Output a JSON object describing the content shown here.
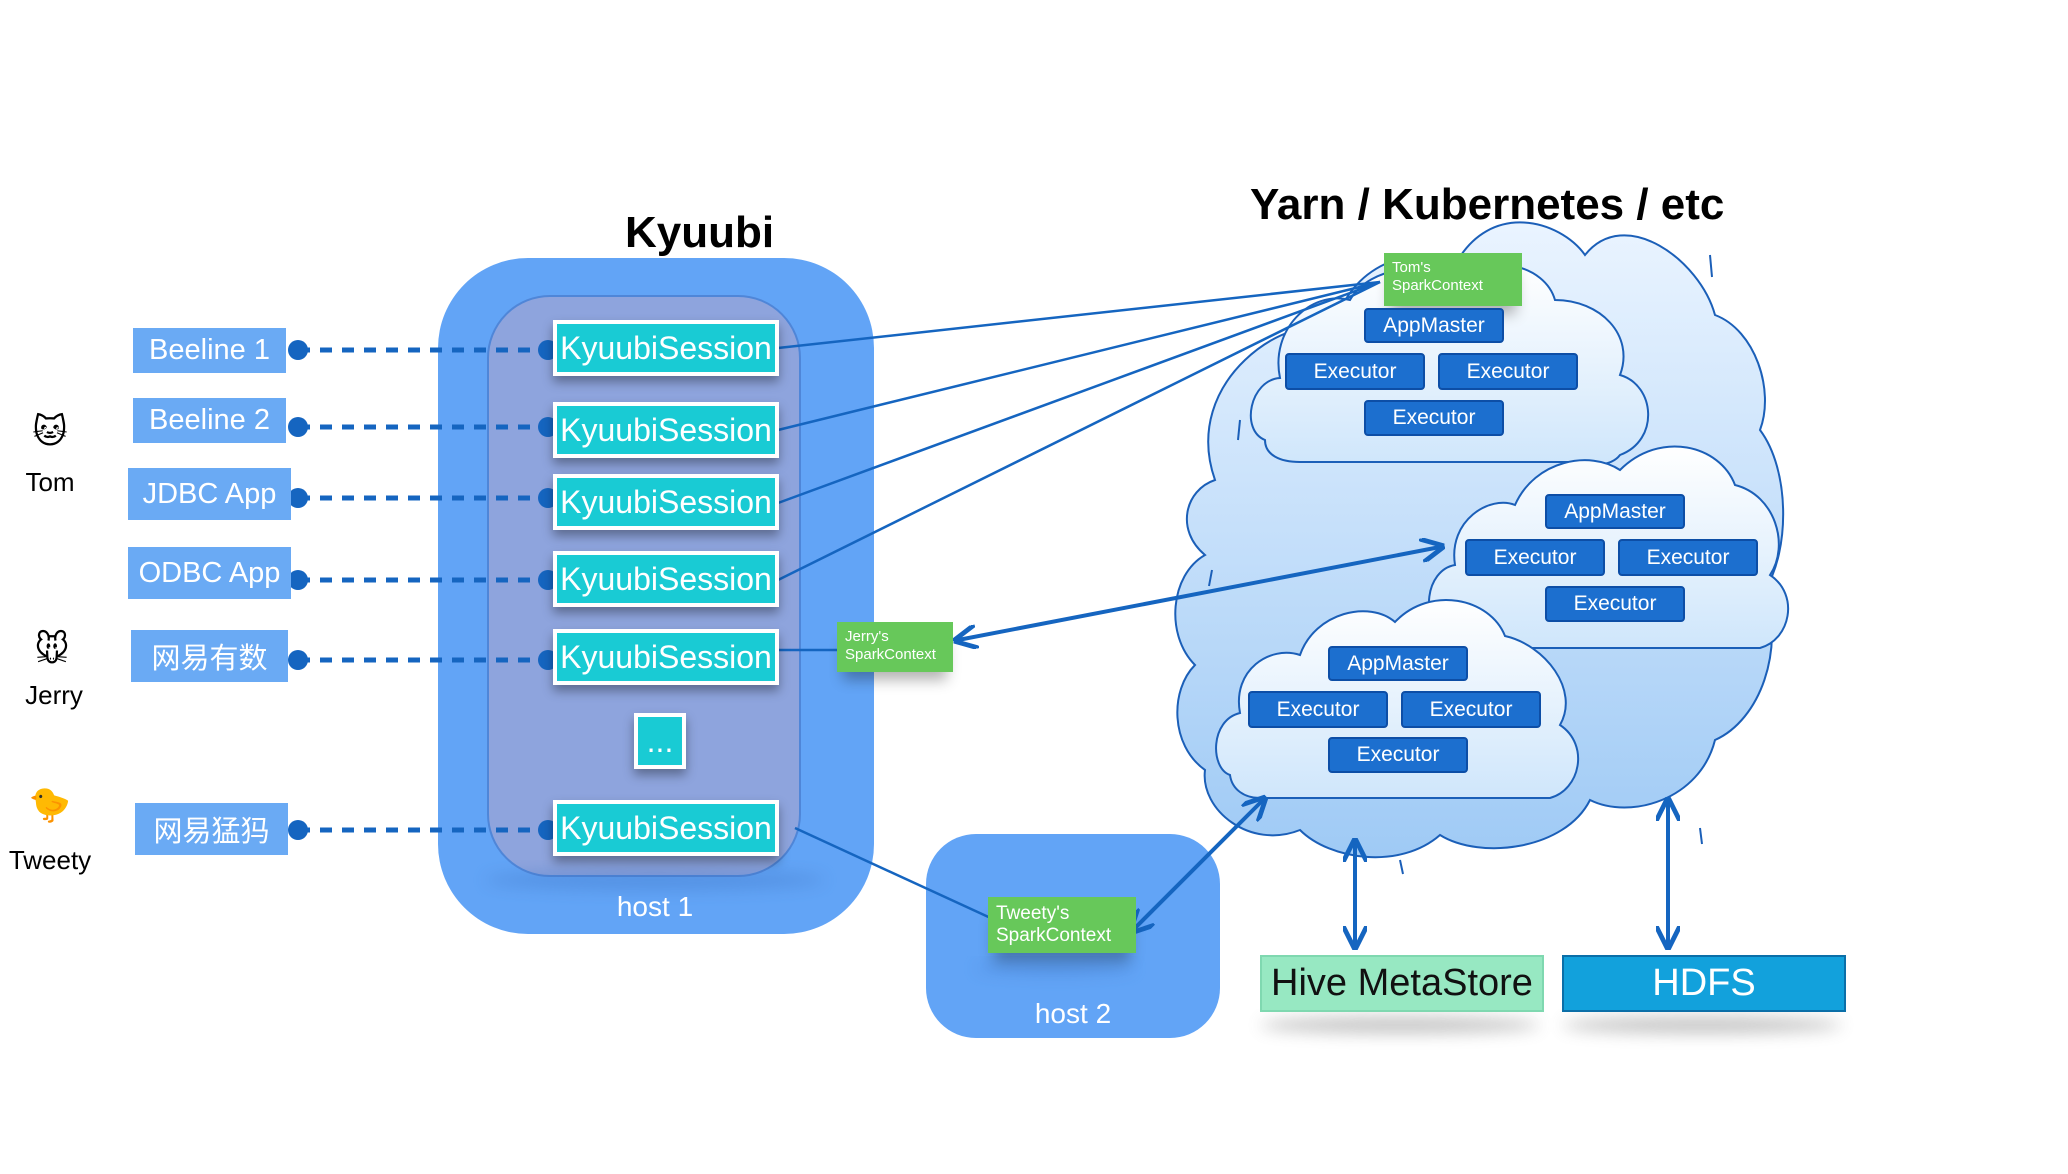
{
  "titles": {
    "kyuubi": "Kyuubi",
    "cluster": "Yarn / Kubernetes / etc"
  },
  "users": [
    {
      "name": "Tom",
      "icon": "cat-face-icon",
      "glyph": "🐱"
    },
    {
      "name": "Jerry",
      "icon": "mouse-face-icon",
      "glyph": "🐭"
    },
    {
      "name": "Tweety",
      "icon": "chick-icon",
      "glyph": "🐤"
    }
  ],
  "clients": [
    "Beeline 1",
    "Beeline 2",
    "JDBC App",
    "ODBC App",
    "网易有数",
    "网易猛犸"
  ],
  "session_label": "KyuubiSession",
  "ellipsis": "...",
  "hosts": {
    "host1": "host 1",
    "host2": "host 2"
  },
  "contexts": {
    "tom": "Tom's\nSparkContext",
    "jerry": "Jerry's\nSparkContext",
    "tweety": "Tweety's\nSparkContext"
  },
  "apps": [
    {
      "master": "AppMaster",
      "executors": [
        "Executor",
        "Executor",
        "Executor"
      ]
    },
    {
      "master": "AppMaster",
      "executors": [
        "Executor",
        "Executor",
        "Executor"
      ]
    },
    {
      "master": "AppMaster",
      "executors": [
        "Executor",
        "Executor",
        "Executor"
      ]
    }
  ],
  "stores": {
    "metastore": "Hive MetaStore",
    "hdfs": "HDFS"
  },
  "colors": {
    "kyuubi_outer": "#62a4f6",
    "kyuubi_inner": "#8ea4dd",
    "client": "#6aaaf4",
    "session": "#19cbd4",
    "context": "#67c85a",
    "node": "#1c6fcf",
    "link": "#1565c0",
    "metastore": "#97e8c2",
    "hdfs": "#12a1dc"
  }
}
